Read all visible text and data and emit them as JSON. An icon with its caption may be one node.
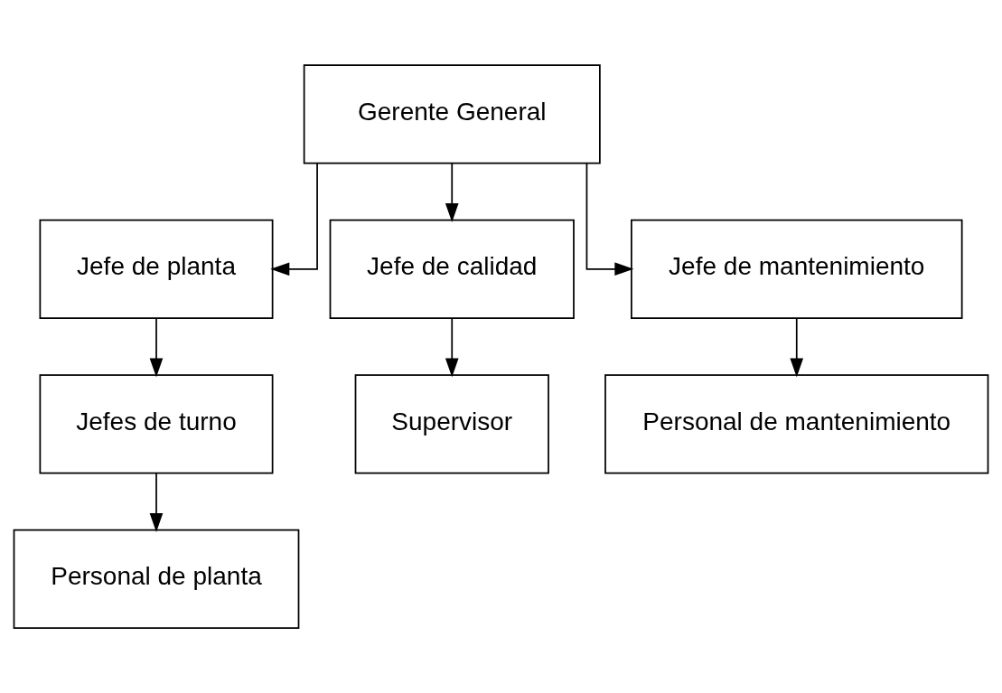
{
  "diagram": {
    "nodes": [
      {
        "text": [
          "Gerente General"
        ]
      },
      {
        "text": [
          "Jefe de planta"
        ]
      },
      {
        "text": [
          "Jefe de calidad"
        ]
      },
      {
        "text": [
          "Jefe de mantenimiento"
        ]
      },
      {
        "text": [
          "Jefes de turno"
        ]
      },
      {
        "text": [
          "Personal de planta"
        ]
      },
      {
        "text": [
          "Supervisor"
        ]
      },
      {
        "text": [
          "Personal de mantenimiento"
        ]
      }
    ],
    "edges": [
      {
        "from": 0,
        "to": 1,
        "arrow": "to"
      },
      {
        "from": 0,
        "to": 2,
        "arrow": "to"
      },
      {
        "from": 0,
        "to": 3,
        "arrow": "to"
      },
      {
        "from": 1,
        "to": 4,
        "arrow": "to"
      },
      {
        "from": 4,
        "to": 5,
        "arrow": "to"
      },
      {
        "from": 2,
        "to": 6,
        "arrow": "to"
      },
      {
        "from": 3,
        "to": 7,
        "arrow": "to"
      }
    ]
  }
}
